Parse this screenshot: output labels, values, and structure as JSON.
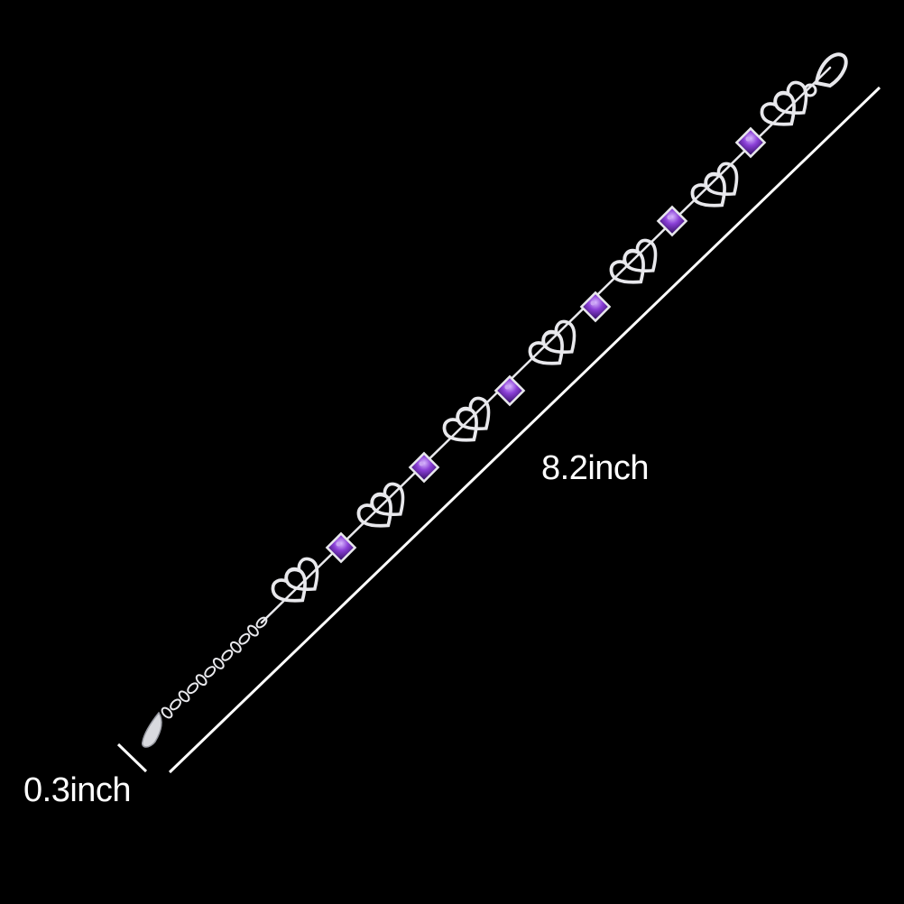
{
  "background_color": "#000000",
  "metal_color": "#e8e8ec",
  "gem_color": "#8a3fd6",
  "gem_highlight_color": "#c9a3f2",
  "line_color": "#ffffff",
  "product": {
    "description_icon": "bracelet-icon",
    "heart_link_count": 7,
    "gem_count": 6
  },
  "dimensions": {
    "length_label": "8.2inch",
    "width_label": "0.3inch"
  }
}
